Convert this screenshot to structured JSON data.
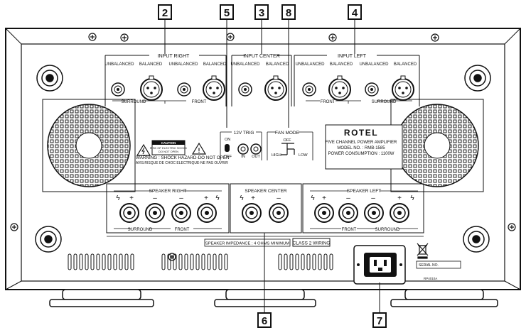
{
  "callouts": [
    "2",
    "5",
    "3",
    "8",
    "4",
    "6",
    "7"
  ],
  "input_right": {
    "title": "INPUT RIGHT",
    "unbalanced_1": "UNBALANCED",
    "balanced_1": "BALANCED",
    "unbalanced_2": "UNBALANCED",
    "balanced_2": "BALANCED",
    "surround": "SURROUND",
    "front": "FRONT"
  },
  "input_center": {
    "title": "INPUT CENTER",
    "unbalanced": "UNBALANCED",
    "balanced": "BALANCED"
  },
  "input_left": {
    "title": "INPUT LEFT",
    "unbalanced_1": "UNBALANCED",
    "balanced_1": "BALANCED",
    "unbalanced_2": "UNBALANCED",
    "balanced_2": "BALANCED",
    "front": "FRONT",
    "surround": "SURROUND"
  },
  "trigger": {
    "title": "12V TRIG",
    "on": "ON",
    "off": "OFF",
    "in": "IN",
    "out": "OUT"
  },
  "fan_mode": {
    "title": "FAN MODE",
    "off": "OFF",
    "high": "HIGH",
    "low": "LOW"
  },
  "warning": {
    "line1": "WARNING : SHOCK HAZARD-DO NOT OPEN",
    "line2": "AVIS:RISQUE DE CHOC ELECTRIQUE-NE PAS OUVRIR",
    "badge_caution": "CAUTION",
    "badge_line1": "RISK OF ELECTRIC SHOCK",
    "badge_line2": "DO NOT OPEN"
  },
  "rating_plate": {
    "brand": "ROTEL",
    "line1": "FIVE CHANNEL POWER AMPLIFIER",
    "line2": "MODEL NO. : RMB-1585",
    "line3": "POWER CONSUMPTION : 1100W"
  },
  "speaker_right": {
    "title": "SPEAKER RIGHT",
    "surround": "SURROUND",
    "front": "FRONT"
  },
  "speaker_center": {
    "title": "SPEAKER CENTER"
  },
  "speaker_left": {
    "title": "SPEAKER LEFT",
    "front": "FRONT",
    "surround": "SURROUND"
  },
  "polarity": {
    "plus": "+",
    "minus": "–"
  },
  "impedance_label": "SPEAKER IMPEDANCE : 4 OHMS MINIMUM",
  "class2_label": "CLASS 2 WIRING",
  "serial_label": "SERIAL NO.",
  "small_code": "RP4010A"
}
